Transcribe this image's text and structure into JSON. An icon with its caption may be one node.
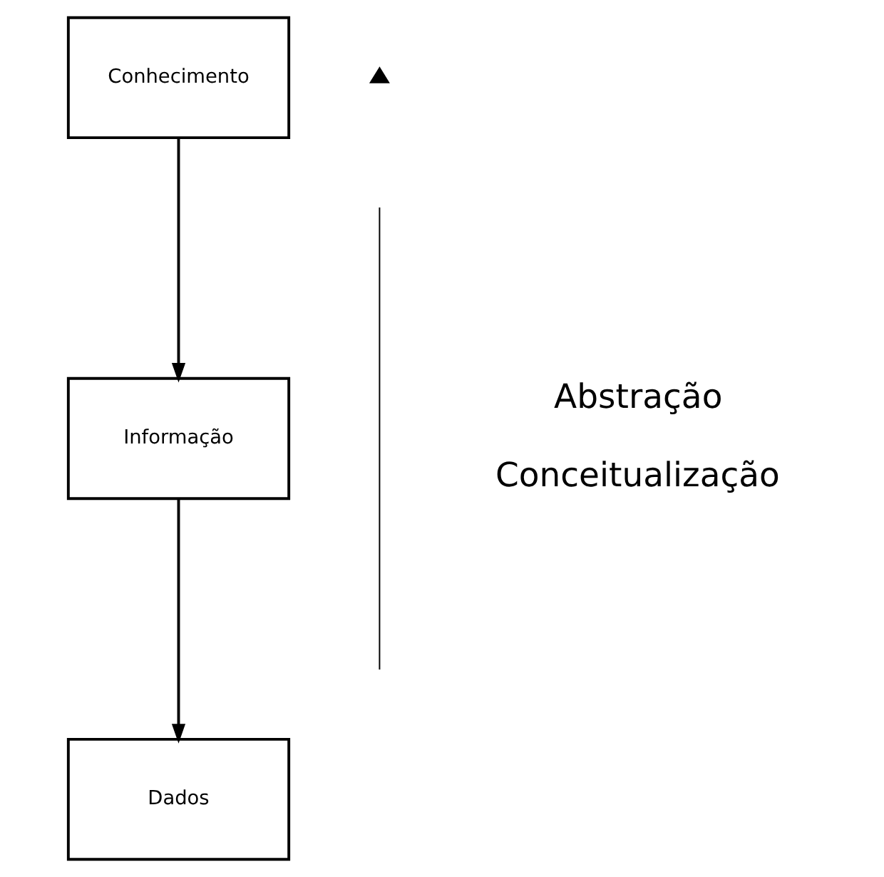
{
  "diagram": {
    "nodes": [
      {
        "text": [
          "Conhecimento"
        ]
      },
      {
        "text": [
          "Informação"
        ]
      },
      {
        "text": [
          "Dados"
        ]
      }
    ],
    "edges": [
      {
        "from": 0,
        "to": 1,
        "arrow": "to"
      },
      {
        "from": 1,
        "to": 2,
        "arrow": "to"
      }
    ],
    "labels": [
      "Abstração",
      "Conceitualização"
    ]
  }
}
